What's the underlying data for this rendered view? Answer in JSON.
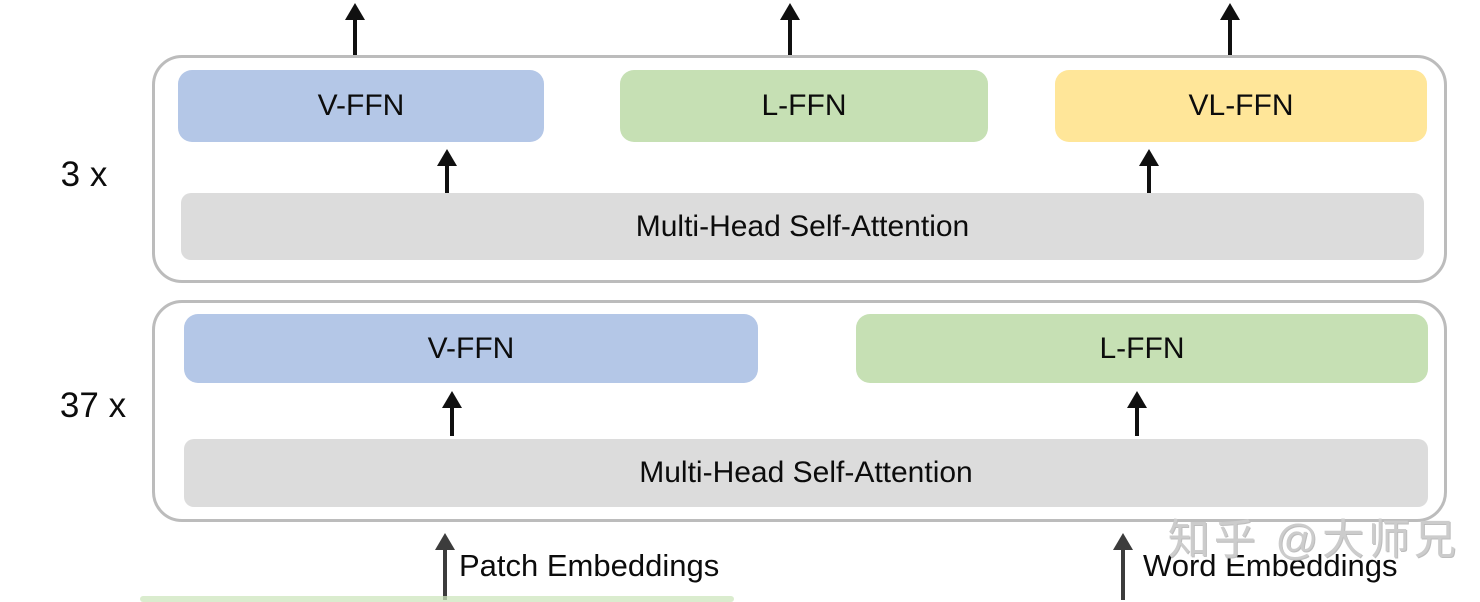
{
  "blocks": {
    "top": {
      "repeat": "3 x",
      "experts": [
        {
          "label": "V-FFN",
          "color": "#b4c7e7"
        },
        {
          "label": "L-FFN",
          "color": "#c6e0b4"
        },
        {
          "label": "VL-FFN",
          "color": "#ffe699"
        }
      ],
      "attention": {
        "label": "Multi-Head Self-Attention",
        "color": "#dcdcdc"
      }
    },
    "bottom": {
      "repeat": "37 x",
      "experts": [
        {
          "label": "V-FFN",
          "color": "#b4c7e7"
        },
        {
          "label": "L-FFN",
          "color": "#c6e0b4"
        }
      ],
      "attention": {
        "label": "Multi-Head Self-Attention",
        "color": "#dcdcdc"
      }
    }
  },
  "inputs": [
    {
      "label": "Patch Embeddings"
    },
    {
      "label": "Word Embeddings"
    }
  ],
  "watermark": "知乎 @大师兄",
  "icons": {
    "output_arrow": "up-arrow",
    "input_arrow": "up-arrow"
  },
  "colors": {
    "container_border": "#bcbcbc",
    "arrow_black": "#101010",
    "arrow_dark_gray": "#3c3c3c",
    "cutoff_bar": "#cde5bd",
    "watermark_gray": "#cccccc"
  }
}
